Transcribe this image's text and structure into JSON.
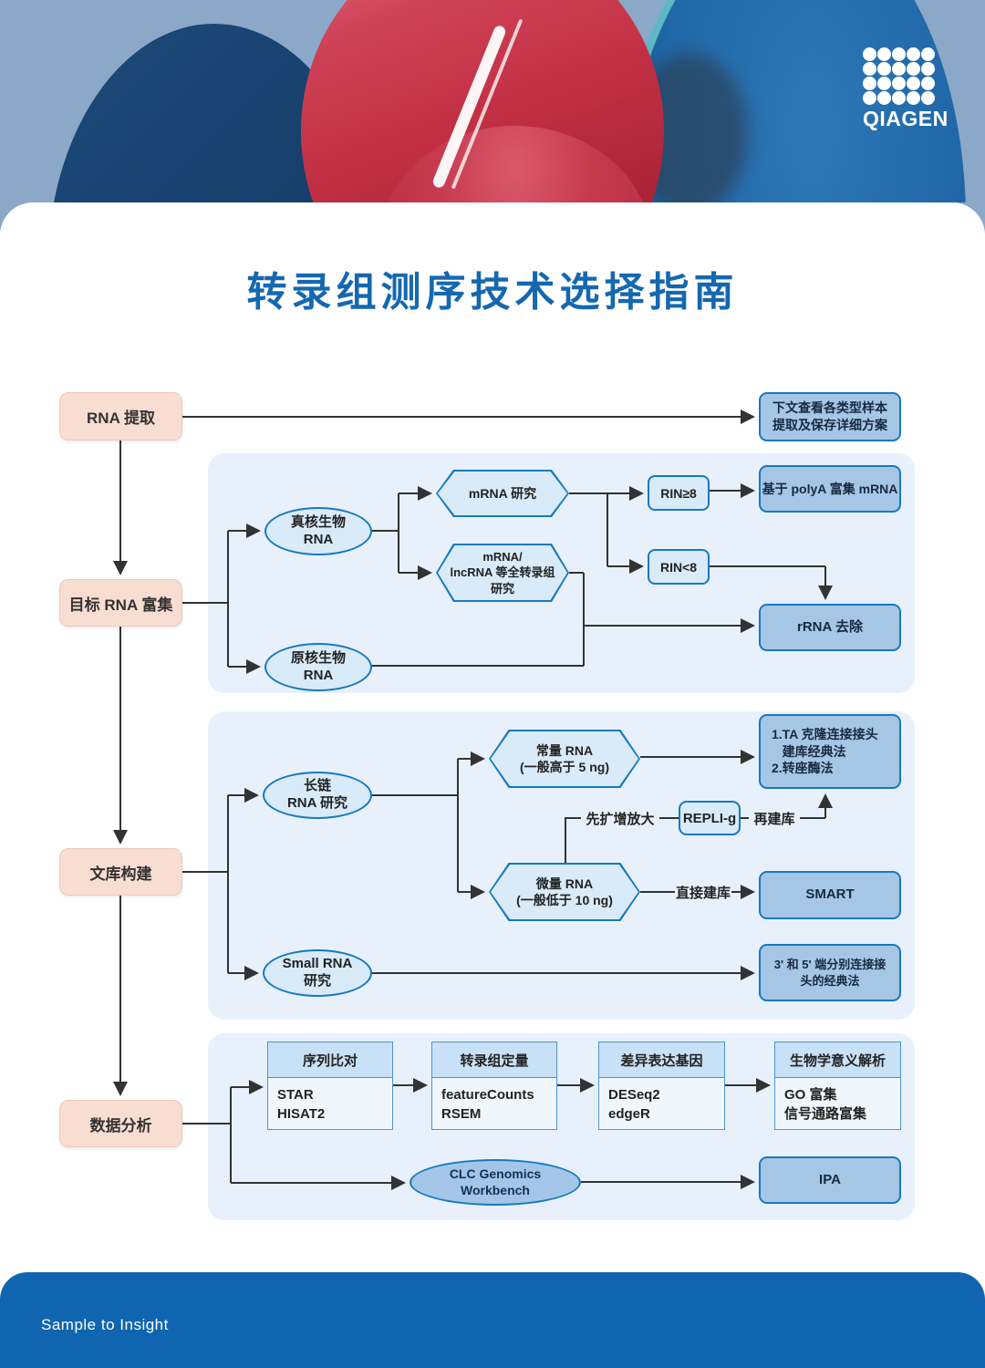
{
  "header": {
    "brand": "QIAGEN",
    "title": "转录组测序技术选择指南"
  },
  "footer": {
    "tagline": "Sample to Insight"
  },
  "colors": {
    "title_blue": "#1568b0",
    "footer_blue": "#1065b0",
    "node_border": "#1779c1",
    "node_fill": "#d9eaf8",
    "result_fill": "#a6c6e6",
    "stage_pink": "#f8ddd3",
    "panel_blue": "#e8f1fb",
    "line": "#333333",
    "header_bg": "#8ca8c8",
    "red_shape": "#c22f44",
    "navy_shape": "#163e6b",
    "blue_shape": "#2068a8"
  },
  "stages": {
    "extract": "RNA 提取",
    "enrich": "目标 RNA 富集",
    "library": "文库构建",
    "analysis": "数据分析"
  },
  "extraction": {
    "note": "下文查看各类型样本\n提取及保存详细方案"
  },
  "enrichment": {
    "euk": "真核生物\nRNA",
    "prok": "原核生物\nRNA",
    "mrna_study": "mRNA 研究",
    "whole_tx_study": "mRNA/\nlncRNA 等全转录组\n研究",
    "rin_high": "RIN≥8",
    "rin_low": "RIN<8",
    "polya": "基于 polyA 富集 mRNA",
    "rrna_removal": "rRNA 去除"
  },
  "library": {
    "long_rna": "长链\nRNA 研究",
    "small_rna": "Small RNA\n研究",
    "normal_rna": "常量 RNA\n(一般高于 5 ng)",
    "micro_rna": "微量 RNA\n(一般低于 10 ng)",
    "ta_methods": "1.TA 克隆连接接头\n   建库经典法\n2.转座酶法",
    "repli_g": "REPLI-g",
    "smart": "SMART",
    "classic_ligation": "3' 和 5' 端分别连接接\n头的经典法",
    "label_amplify": "先扩增放大",
    "label_relibrary": "再建库",
    "label_direct": "直接建库"
  },
  "analysis": {
    "tables": [
      {
        "header": "序列比对",
        "body": "STAR\nHISAT2"
      },
      {
        "header": "转录组定量",
        "body": "featureCounts\nRSEM"
      },
      {
        "header": "差异表达基因",
        "body": "DESeq2\nedgeR"
      },
      {
        "header": "生物学意义解析",
        "body": "GO 富集\n信号通路富集"
      }
    ],
    "clc": "CLC Genomics\nWorkbench",
    "ipa": "IPA"
  }
}
